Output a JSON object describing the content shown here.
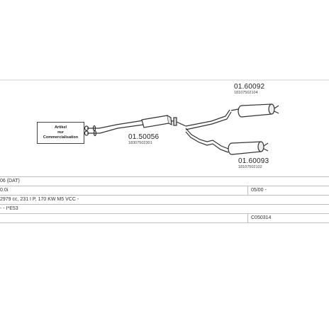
{
  "parts": {
    "front": {
      "code": "01.50056",
      "ref": "18307502301"
    },
    "rear_upper": {
      "code": "01.60092",
      "ref": "18107502104"
    },
    "rear_lower": {
      "code": "01.60093",
      "ref": "18107502102"
    }
  },
  "notice": {
    "line1": "Artikel",
    "line2": "nur",
    "line3": "Commercialisation"
  },
  "info": {
    "model": "06 (DAT)",
    "variant": "0.0i",
    "period": "05/00 -",
    "engine": "2979 cc, 231 I P, 170 KW M5 VCC -",
    "body": "- - I*E53",
    "catalog": "C050314"
  },
  "colors": {
    "line": "#333333",
    "table_border": "#bfbfbf"
  }
}
